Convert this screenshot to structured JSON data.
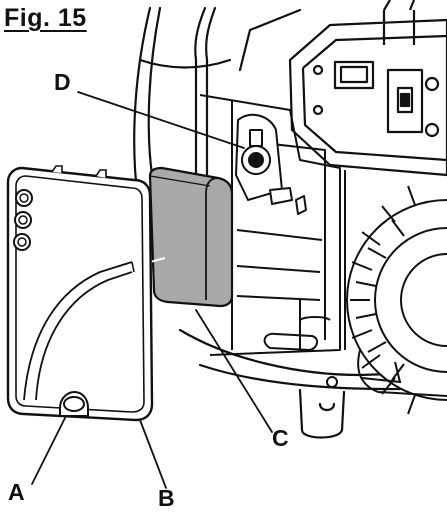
{
  "figure": {
    "title": "Fig. 15"
  },
  "callouts": {
    "a": "A",
    "b": "B",
    "c": "C",
    "d": "D"
  },
  "colors": {
    "line": "#111111",
    "filter_fill": "#a9a9a9",
    "panel_fill": "#ffffff"
  }
}
